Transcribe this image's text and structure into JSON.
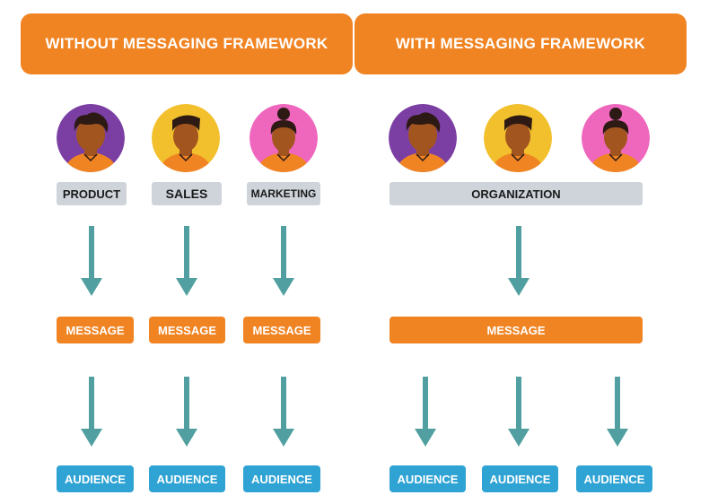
{
  "banners": {
    "without": "WITHOUT MESSAGING FRAMEWORK",
    "with": "WITH MESSAGING FRAMEWORK"
  },
  "without_framework": {
    "roles": [
      "PRODUCT",
      "SALES",
      "MARKETING"
    ],
    "message_label": "MESSAGE",
    "audience_label": "AUDIENCE"
  },
  "with_framework": {
    "source": "ORGANIZATION",
    "message_label": "MESSAGE",
    "audience_label": "AUDIENCE"
  },
  "colors": {
    "orange": "#f08423",
    "blue": "#2fa3d3",
    "teal_arrow": "#519fa0",
    "gray_label": "#cfd4db",
    "avatar_purple": "#7b3fa3",
    "avatar_yellow": "#f2c02c",
    "avatar_pink": "#ee67bd"
  },
  "icons": [
    "person-avatar-icon",
    "down-arrow-icon"
  ]
}
